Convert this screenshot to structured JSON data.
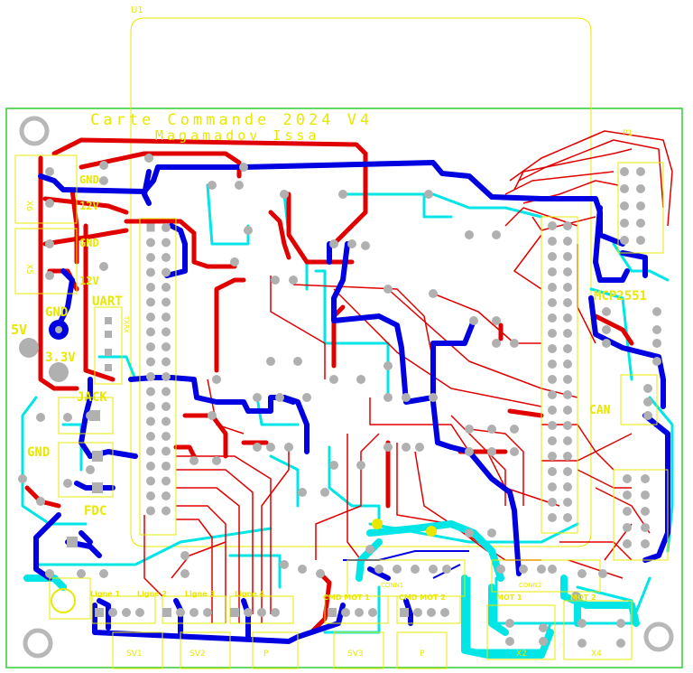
{
  "board": {
    "title": "Carte Commande 2024 V4",
    "author": "Magamadov Issa",
    "colors": {
      "outline": "#33cc33",
      "silkscreen": "#e8e800",
      "top_copper": "#e00000",
      "bottom_copper": "#0000e0",
      "bottom_copper_thin": "#00e5e5",
      "pad": "#b0b0b0",
      "mounting_hole": "#b8b8b8"
    }
  },
  "labels": {
    "u1": "U1",
    "gnd_a": "GND",
    "v12_a": "12V",
    "gnd_b": "GND",
    "v12_b": "12V",
    "x6": "X6",
    "x5": "X5",
    "uart": "UART",
    "uart_pins": "TXRX",
    "gnd_uart": "GND",
    "v5": "5V",
    "v33": "3.3V",
    "jack": "JACK",
    "gnd_jack": "GND",
    "fdc": "FDC",
    "mcp": "MCP2551",
    "can": "CAN",
    "p1": "P1",
    "sv1": "SV1",
    "sv2": "SV2",
    "sv3": "SV3",
    "p_a": "P",
    "p_b": "P",
    "ligne1": "Ligne 1",
    "ligne2": "Ligne 2",
    "ligne3": "Ligne 3",
    "ligne4": "Ligne 4",
    "cmd_mot1": "CMD MOT 1",
    "cmd_mot2": "CMD MOT 2",
    "mot1": "MOT 1",
    "mot2": "MOT 2",
    "conn1": "CONN1",
    "conn2": "CONN2",
    "x2": "X2",
    "x4": "X4"
  }
}
